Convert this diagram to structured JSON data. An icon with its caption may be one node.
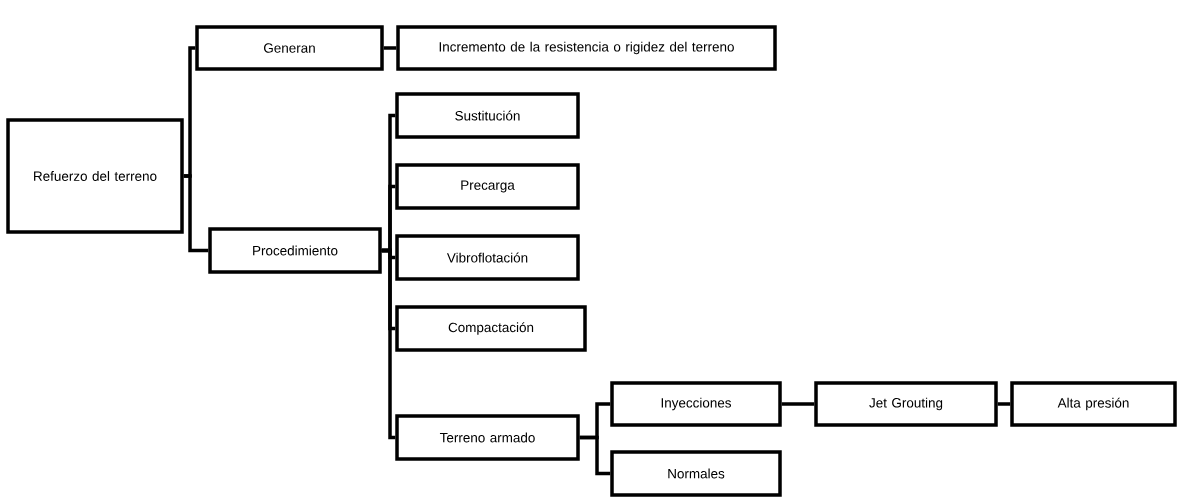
{
  "diagram": {
    "nodes": [
      {
        "text": [
          "Refuerzo del terreno"
        ]
      },
      {
        "text": [
          "Generan"
        ]
      },
      {
        "text": [
          "Incremento de la resistencia o rigidez del terreno"
        ]
      },
      {
        "text": [
          "Procedimiento"
        ]
      },
      {
        "text": [
          "Sustitución"
        ]
      },
      {
        "text": [
          "Precarga"
        ]
      },
      {
        "text": [
          "Vibroflotación"
        ]
      },
      {
        "text": [
          "Compactación"
        ]
      },
      {
        "text": [
          "Terreno armado"
        ]
      },
      {
        "text": [
          "Inyecciones"
        ]
      },
      {
        "text": [
          "Jet Grouting"
        ]
      },
      {
        "text": [
          "Alta presión"
        ]
      },
      {
        "text": [
          "Normales"
        ]
      }
    ],
    "edges": [
      {
        "from": 0,
        "to": 1,
        "arrow": "none"
      },
      {
        "from": 0,
        "to": 3,
        "arrow": "none"
      },
      {
        "from": 1,
        "to": 2,
        "arrow": "none"
      },
      {
        "from": 3,
        "to": 4,
        "arrow": "none"
      },
      {
        "from": 3,
        "to": 5,
        "arrow": "none"
      },
      {
        "from": 3,
        "to": 6,
        "arrow": "none"
      },
      {
        "from": 3,
        "to": 7,
        "arrow": "none"
      },
      {
        "from": 3,
        "to": 8,
        "arrow": "none"
      },
      {
        "from": 8,
        "to": 9,
        "arrow": "none"
      },
      {
        "from": 8,
        "to": 12,
        "arrow": "none"
      },
      {
        "from": 9,
        "to": 10,
        "arrow": "none"
      },
      {
        "from": 10,
        "to": 11,
        "arrow": "none"
      }
    ]
  }
}
